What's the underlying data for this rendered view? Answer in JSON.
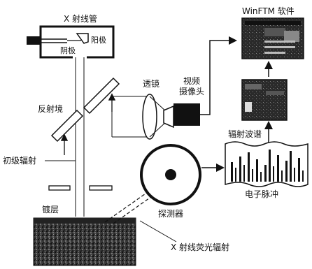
{
  "labels": {
    "xray_tube": "X 射线管",
    "anode": "阳极",
    "cathode": "阴极",
    "mirror": "反射境",
    "lens": "透镜",
    "video_camera_line1": "视频",
    "video_camera_line2": "摄像头",
    "primary_radiation": "初级辐射",
    "coating": "镀层",
    "detector": "探测器",
    "xray_fluorescence": "X 射线荧光辐射",
    "electronic_pulse": "电子脉冲",
    "radiation_spectrum": "辐射波谱",
    "software": "WinFTM 软件"
  }
}
